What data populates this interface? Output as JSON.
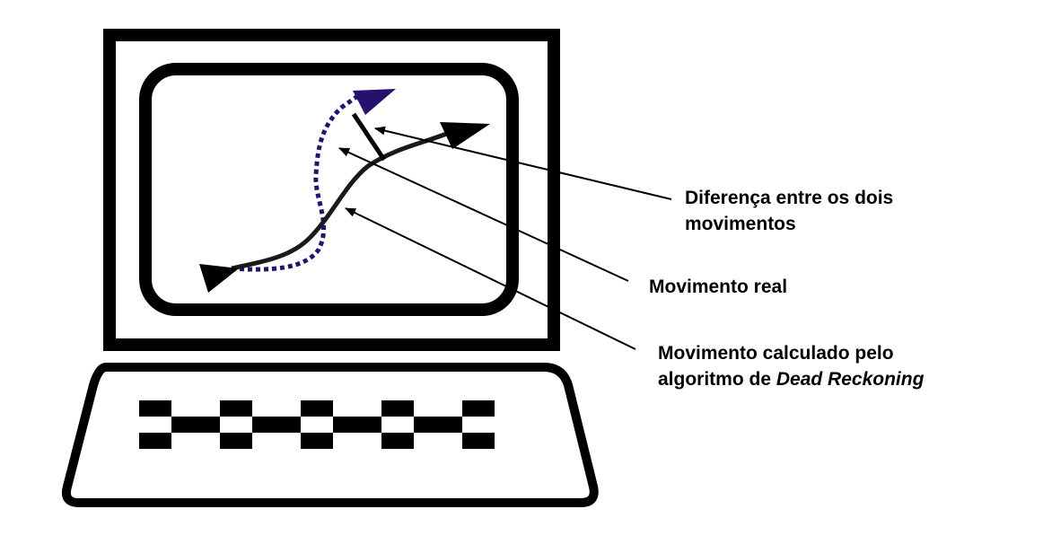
{
  "labels": {
    "difference_line1": "Diferença entre os dois",
    "difference_line2": "movimentos",
    "real_movement": "Movimento real",
    "calculated_line1": "Movimento calculado pelo",
    "calculated_line2_prefix": "algoritmo de ",
    "calculated_line2_italic": "Dead Reckoning"
  },
  "colors": {
    "outline": "#000000",
    "real_path": "#1a1a1a",
    "calculated_path": "#24126e",
    "background": "#ffffff"
  },
  "icons": {
    "monitor": "computer-monitor-icon",
    "keyboard": "keyboard-icon"
  }
}
